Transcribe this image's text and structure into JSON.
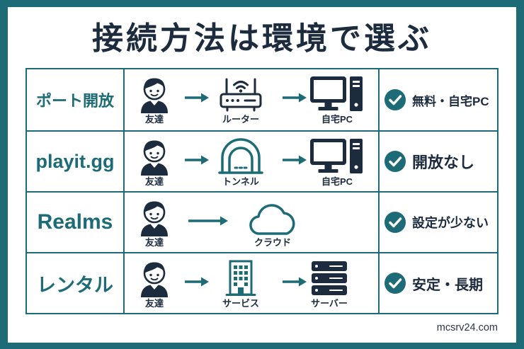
{
  "title": "接続方法は環境で選ぶ",
  "rows": [
    {
      "label": "ポート開放",
      "steps": [
        {
          "icon": "person-icon",
          "label": "友達"
        },
        {
          "icon": "router-icon",
          "label": "ルーター"
        },
        {
          "icon": "desktop-pc-icon",
          "label": "自宅PC"
        }
      ],
      "result": "無料・自宅PC"
    },
    {
      "label": "playit.gg",
      "steps": [
        {
          "icon": "person-icon",
          "label": "友達"
        },
        {
          "icon": "tunnel-icon",
          "label": "トンネル"
        },
        {
          "icon": "desktop-pc-icon",
          "label": "自宅PC"
        }
      ],
      "result": "開放なし"
    },
    {
      "label": "Realms",
      "steps": [
        {
          "icon": "person-icon",
          "label": "友達"
        },
        {
          "icon": "cloud-icon",
          "label": "クラウド"
        }
      ],
      "result": "設定が少ない"
    },
    {
      "label": "レンタル",
      "steps": [
        {
          "icon": "person-icon",
          "label": "友達"
        },
        {
          "icon": "building-icon",
          "label": "サービス"
        },
        {
          "icon": "server-icon",
          "label": "サーバー"
        }
      ],
      "result": "安定・長期"
    }
  ],
  "connector_icon": "arrow-right-icon",
  "result_icon": "check-circle-icon",
  "footer": "mcsrv24.com",
  "colors": {
    "accent": "#1c6b77",
    "text": "#1c2b3d",
    "background": "#ffffff"
  }
}
